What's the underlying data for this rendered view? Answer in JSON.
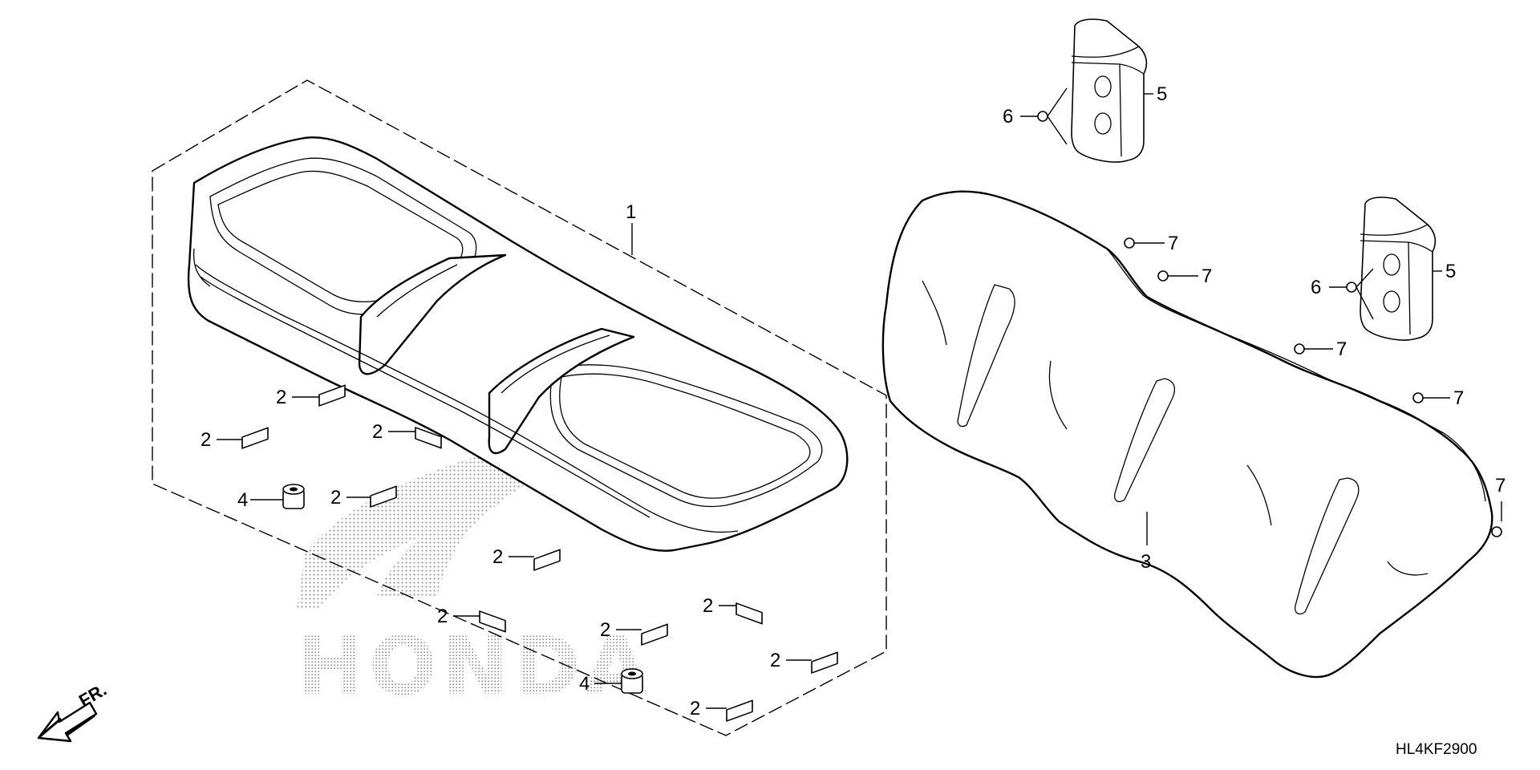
{
  "diagram": {
    "code": "HL4KF2900",
    "front_label": "FR.",
    "watermark": "HONDA",
    "callouts": {
      "seat_cushion": "1",
      "clip": "2",
      "seat_back": "3",
      "grommet": "4",
      "headrest": "5",
      "headrest_nut": "6",
      "back_clip": "7"
    }
  }
}
